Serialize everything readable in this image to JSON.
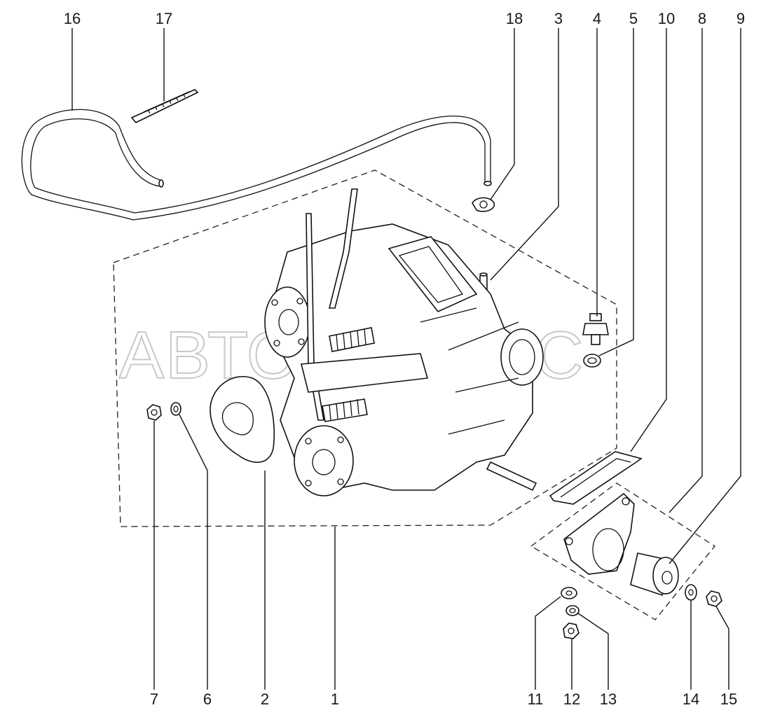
{
  "watermark": "АВТОАЛЬЯНС",
  "part_numbers": [
    "1",
    "2",
    "3",
    "4",
    "5",
    "6",
    "7",
    "8",
    "9",
    "10",
    "11",
    "12",
    "13",
    "14",
    "15",
    "16",
    "17",
    "18"
  ],
  "colors": {
    "line": "#111111",
    "background": "#ffffff",
    "watermark": "#c8c8c8"
  }
}
